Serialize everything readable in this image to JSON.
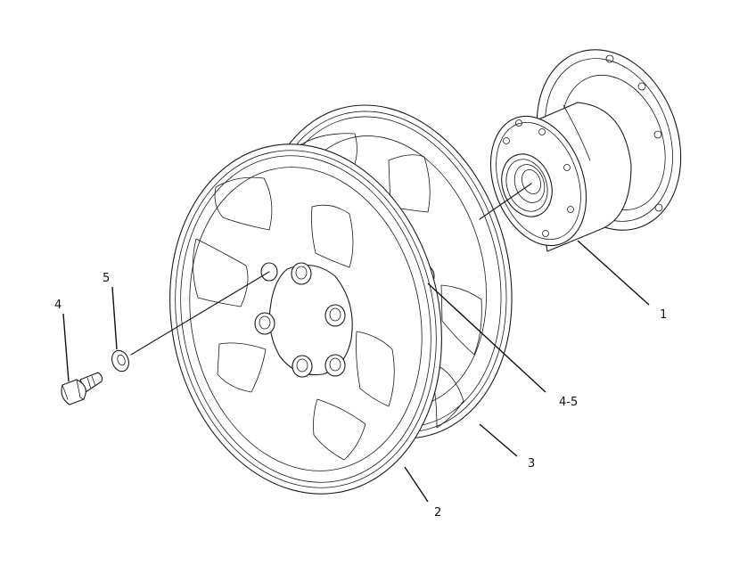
{
  "callouts": {
    "hub": "1",
    "outer_wheel": "2",
    "inner_wheel": "3",
    "bolt": "4",
    "washer": "5",
    "bolt_washer_set": "4-5"
  }
}
